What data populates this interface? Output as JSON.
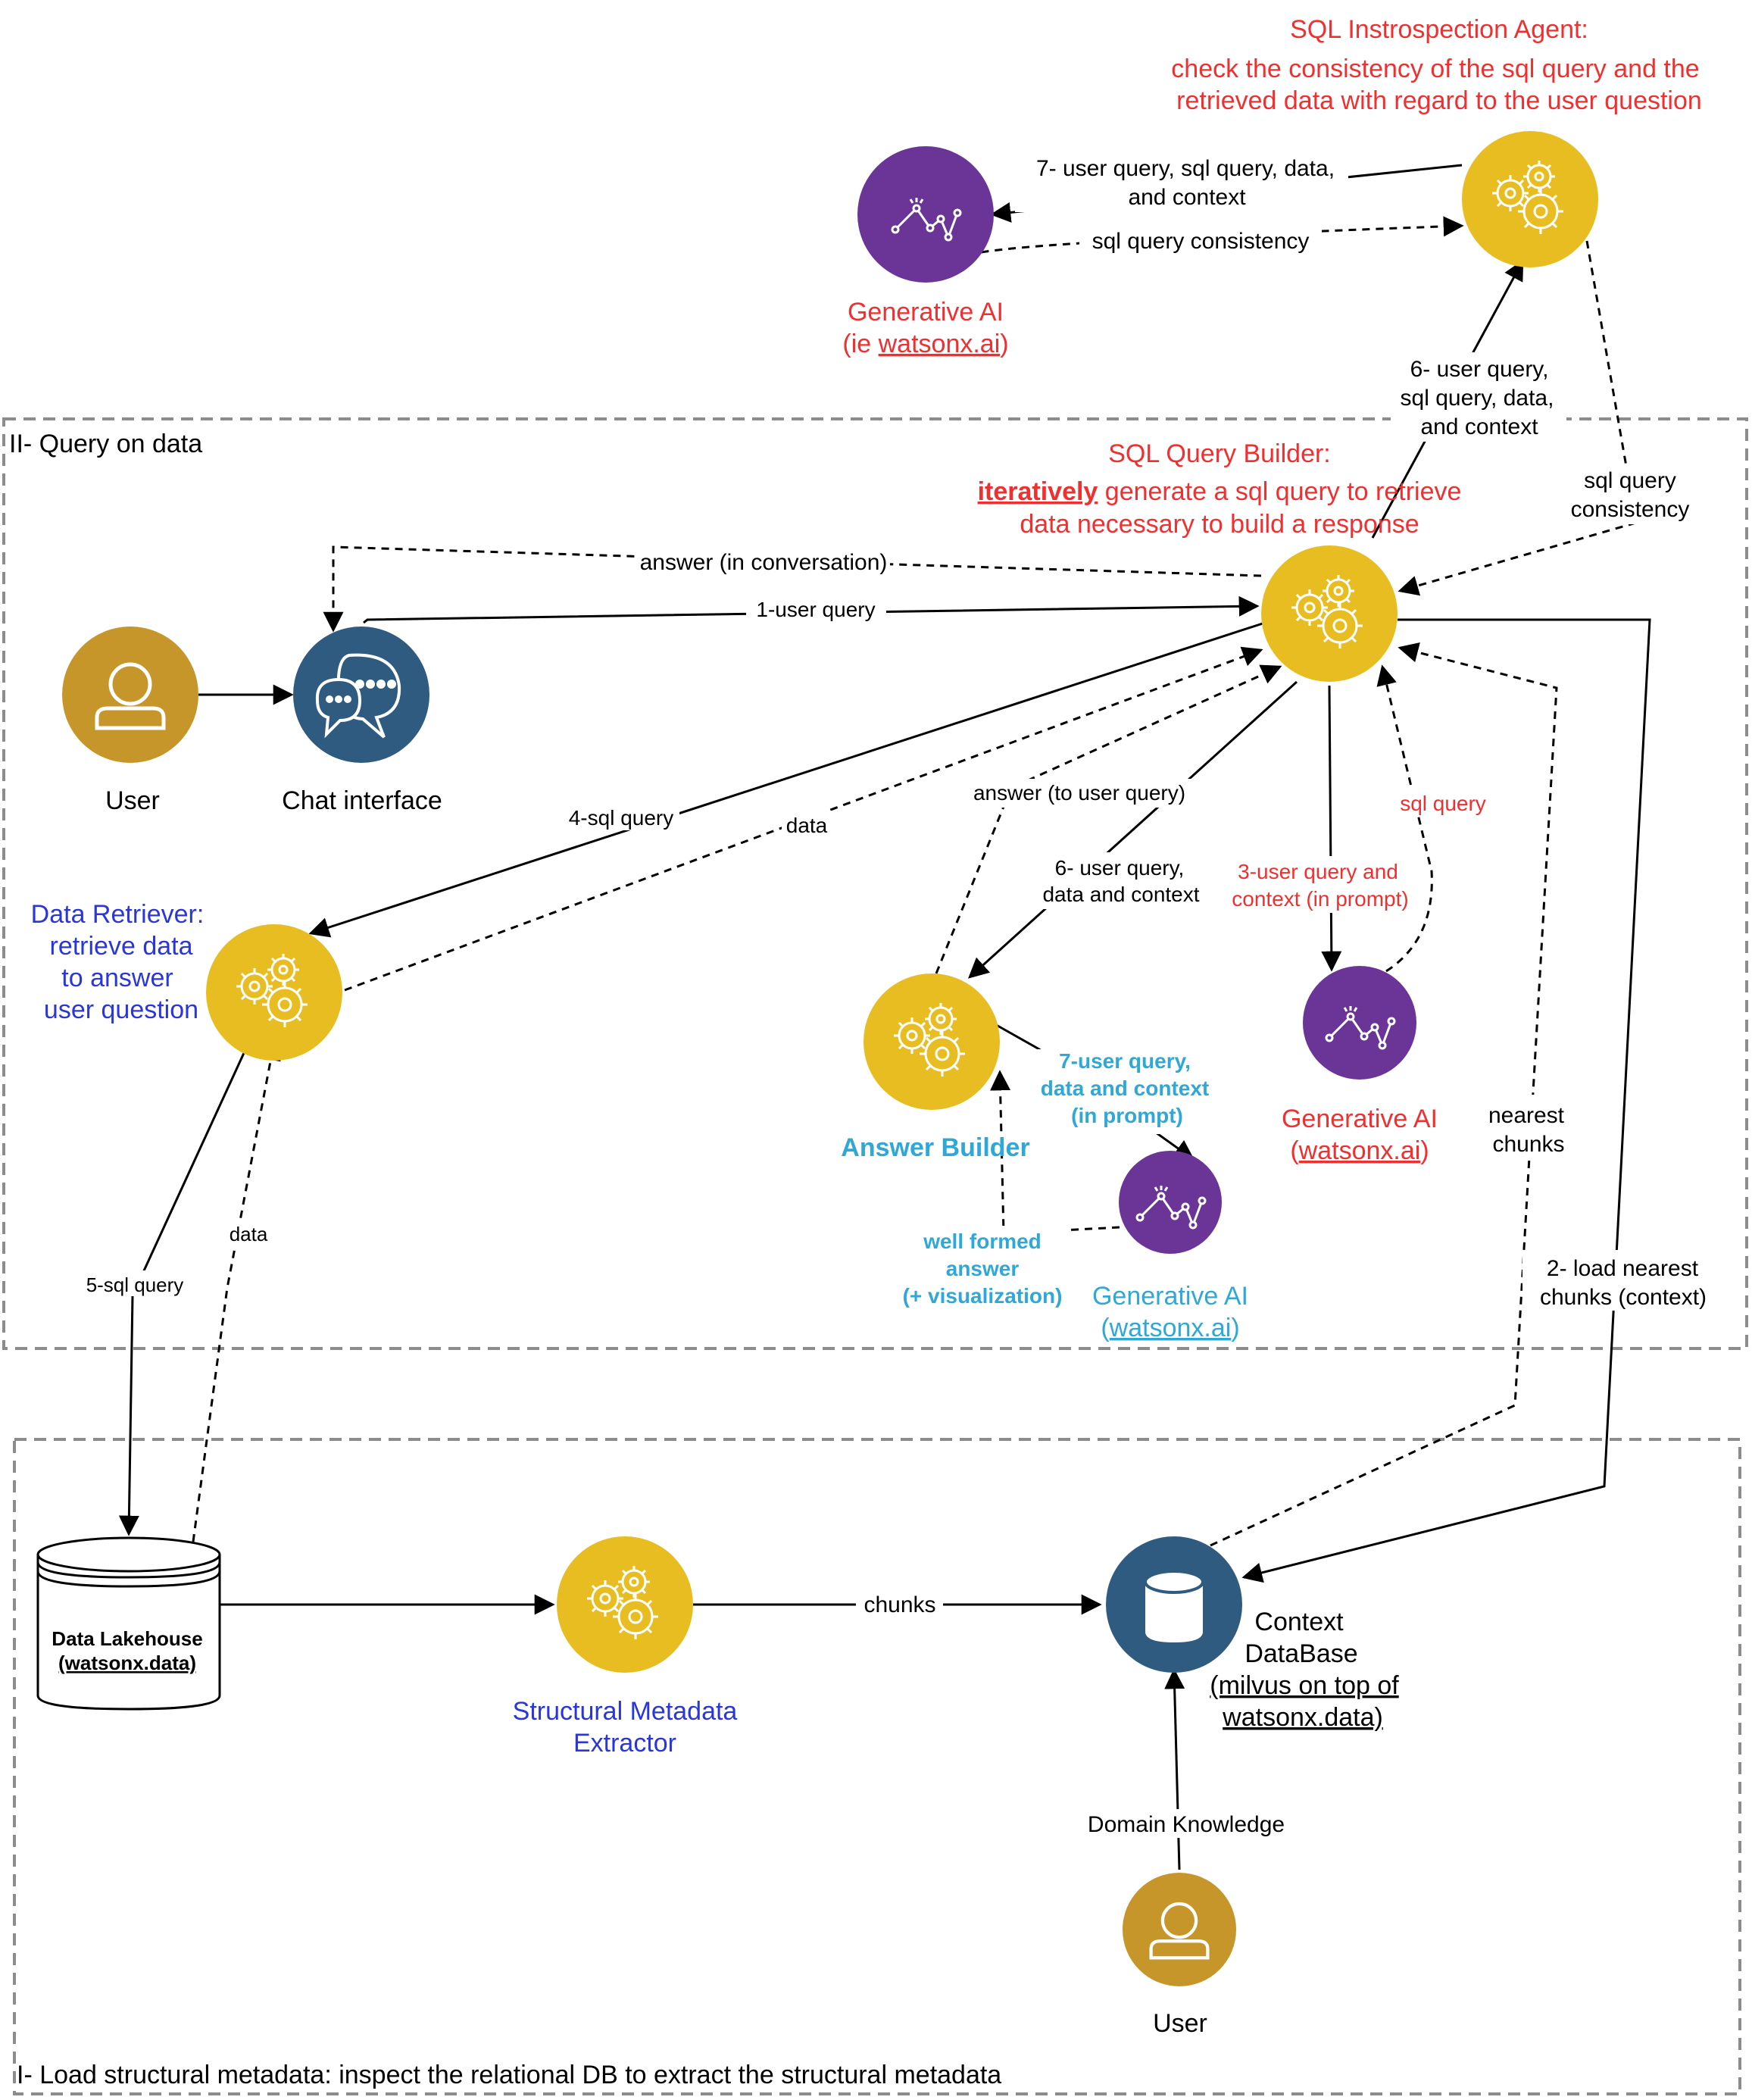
{
  "sections": {
    "query": "II- Query on data",
    "load": "I- Load structural metadata: inspect the relational DB to extract the structural metadata"
  },
  "colors": {
    "red": "#f03030",
    "blue": "#2a36d8",
    "cyan": "#2fa8d8",
    "agent": "#e8bd22",
    "genai": "#6a3596",
    "chat": "#2f5b80",
    "user": "#c7962a",
    "db": "#2f5b80"
  },
  "nodes": {
    "introspection": {
      "title": "SQL Instrospection Agent:",
      "line1": "check the consistency of the sql query and the",
      "line2": "retrieved data with regard to the user question",
      "icon": "gears-icon"
    },
    "genai_top": {
      "line1": "Generative AI",
      "line2_prefix": "(ie ",
      "line2_link": "watsonx.ai",
      "line2_suffix": ")",
      "icon": "ai-chart-icon"
    },
    "builder": {
      "title": "SQL Query Builder:",
      "line1_bold": "iteratively",
      "line1_rest": " generate a sql query to retrieve",
      "line2": "data necessary to build a response",
      "icon": "gears-icon"
    },
    "user_top": {
      "label": "User",
      "icon": "user-icon"
    },
    "chat": {
      "label": "Chat interface",
      "icon": "chat-bubbles-icon"
    },
    "retriever": {
      "line1": "Data Retriever:",
      "line2": "retrieve data",
      "line3": "to answer",
      "line4": "user question",
      "icon": "gears-icon"
    },
    "answer_builder": {
      "label": "Answer Builder",
      "icon": "gears-icon"
    },
    "genai_mid": {
      "line1": "Generative AI",
      "line2_prefix": "(",
      "line2_link": "watsonx.ai",
      "line2_suffix": ")",
      "icon": "ai-chart-icon"
    },
    "genai_ans": {
      "line1": "Generative AI",
      "line2_prefix": "(",
      "line2_link": "watsonx.ai",
      "line2_suffix": ")",
      "icon": "ai-chart-icon"
    },
    "lakehouse": {
      "line1": "Data Lakehouse",
      "line2": "(watsonx.data)",
      "icon": "database-cylinder-icon"
    },
    "extractor": {
      "line1": "Structural Metadata",
      "line2": "Extractor",
      "icon": "gears-icon"
    },
    "context_db": {
      "line1": "Context",
      "line2": "DataBase",
      "line3": "(milvus on top of",
      "line4": "watsonx.data)",
      "icon": "database-icon"
    },
    "user_bottom": {
      "label": "User",
      "icon": "user-icon"
    }
  },
  "edges": {
    "e7_top": {
      "line1": "7- user query, sql query, data,",
      "line2": "and context"
    },
    "consistency_top": "sql query consistency",
    "e6_top": {
      "line1": "6- user query,",
      "line2": "sql query, data,",
      "line3": "and context"
    },
    "consistency_right": {
      "line1": "sql query",
      "line2": "consistency"
    },
    "answer_conv": "answer (in conversation)",
    "e1": "1-user query",
    "e4": "4-sql query",
    "data_mid": "data",
    "answer_user": "answer (to user query)",
    "e6_ans": {
      "line1": "6- user query,",
      "line2": "data and context"
    },
    "e3": {
      "line1": "3-user query and",
      "line2": "context (in prompt)"
    },
    "sql_query": "sql query",
    "e7_ans": {
      "line1": "7-user query,",
      "line2": "data and context",
      "line3": "(in prompt)"
    },
    "well_formed": {
      "line1": "well formed",
      "line2": "answer",
      "line3": "(+ visualization)"
    },
    "nearest": {
      "line1": "nearest",
      "line2": "chunks"
    },
    "e2": {
      "line1": "2- load nearest",
      "line2": "chunks (context)"
    },
    "e5": "5-sql query",
    "data_low": "data",
    "chunks": "chunks",
    "domain": "Domain Knowledge"
  }
}
